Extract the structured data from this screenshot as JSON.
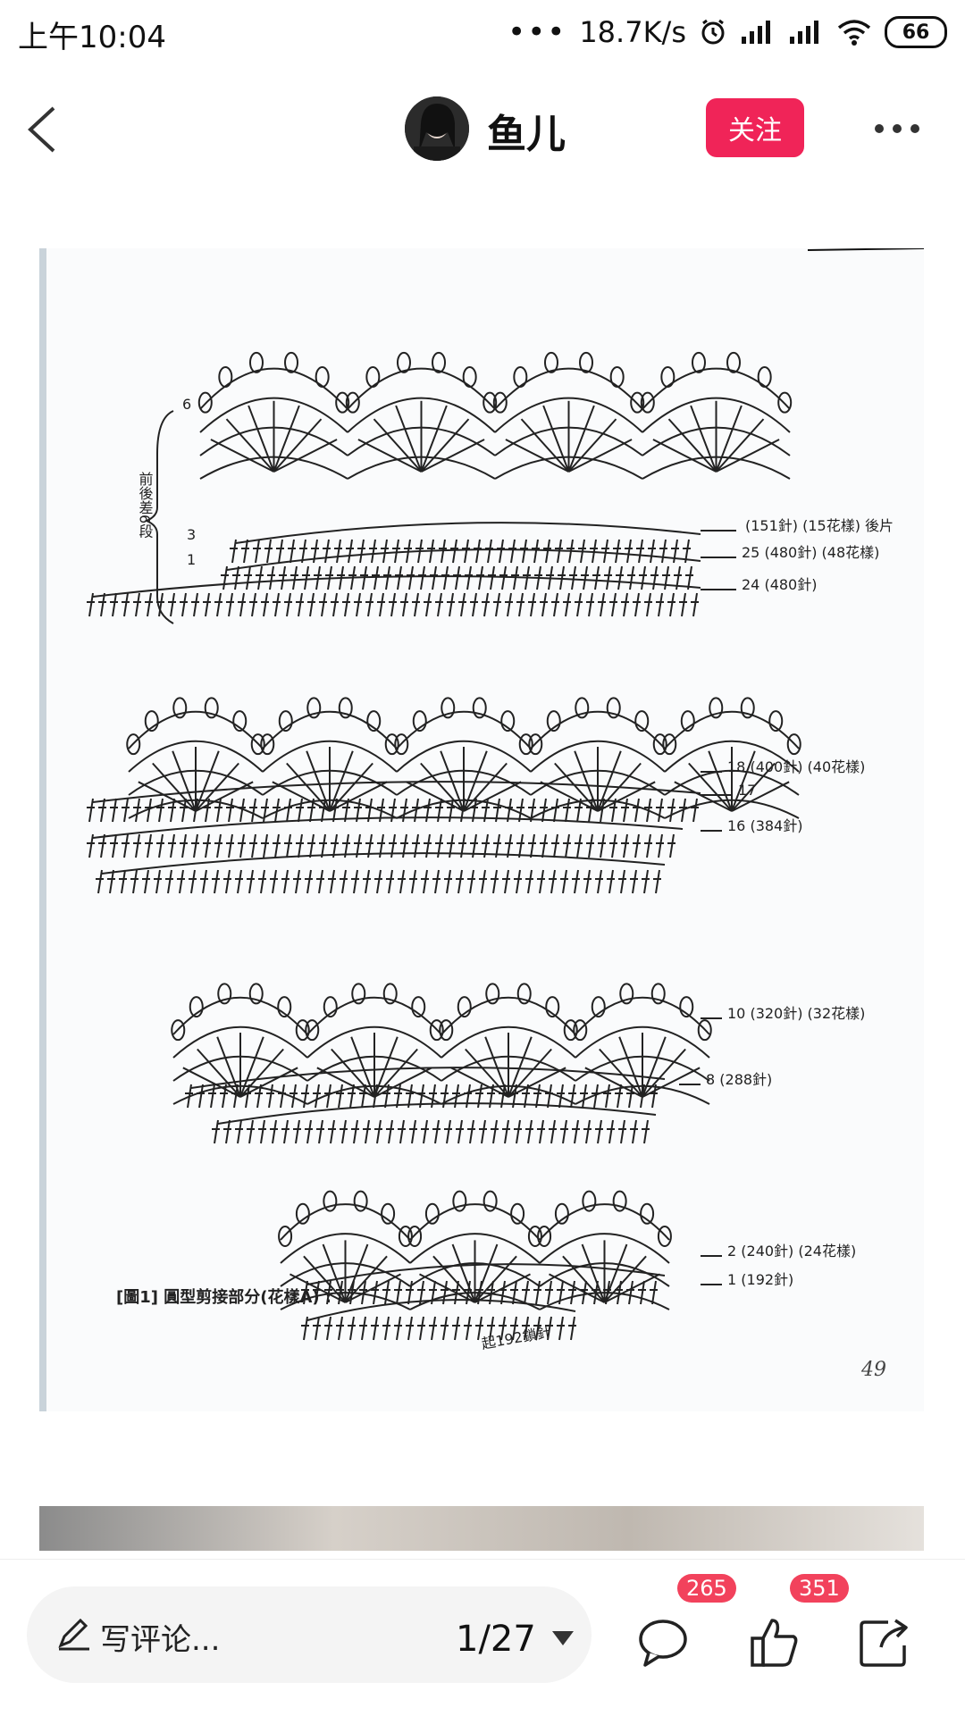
{
  "status_bar": {
    "time": "上午10:04",
    "net_speed": "18.7K/s",
    "battery": "66"
  },
  "header": {
    "author_name": "鱼儿",
    "follow_label": "关注"
  },
  "pattern": {
    "side_note": "前後差6段",
    "row_labels": [
      "(151針) (15花樣) 後片",
      "25 (480針) (48花樣)",
      "24 (480針)",
      "18 (400針) (40花樣)",
      "17",
      "16 (384針)",
      "10 (320針) (32花樣)",
      "8 (288針)",
      "2 (240針) (24花樣)",
      "1 (192針)"
    ],
    "left_labels": [
      "6",
      "3",
      "1"
    ],
    "caption": "[圖1] 圓型剪接部分(花樣A) :",
    "start_note": "起192鎖針",
    "page_number": "49"
  },
  "bottom_bar": {
    "comment_placeholder": "写评论...",
    "pager": "1/27",
    "comment_count": "265",
    "like_count": "351"
  },
  "colors": {
    "accent": "#f02458",
    "badge": "#f2425c",
    "ink": "#111111"
  }
}
